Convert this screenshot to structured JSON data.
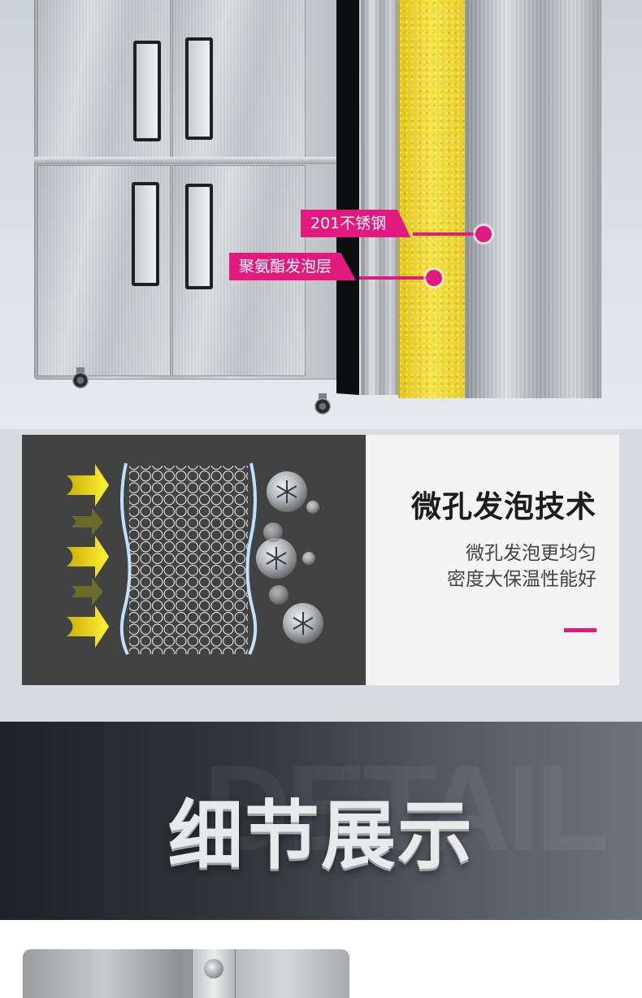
{
  "hero": {
    "callouts": [
      {
        "label": "201不锈钢"
      },
      {
        "label": "聚氨酯发泡层"
      }
    ]
  },
  "foam": {
    "title": "微孔发泡技术",
    "lines": [
      "微孔发泡更均匀",
      "密度大保温性能好"
    ],
    "accent_color": "#e21a7f",
    "icons": [
      "arrow-icon",
      "snowflake-icon",
      "bubble-icon"
    ]
  },
  "detail": {
    "title": "细节展示",
    "watermark": "DETAIL"
  },
  "colors": {
    "accent": "#e21a7f",
    "foam_yellow": "#f2dc3a",
    "dark_panel": "#424242"
  }
}
